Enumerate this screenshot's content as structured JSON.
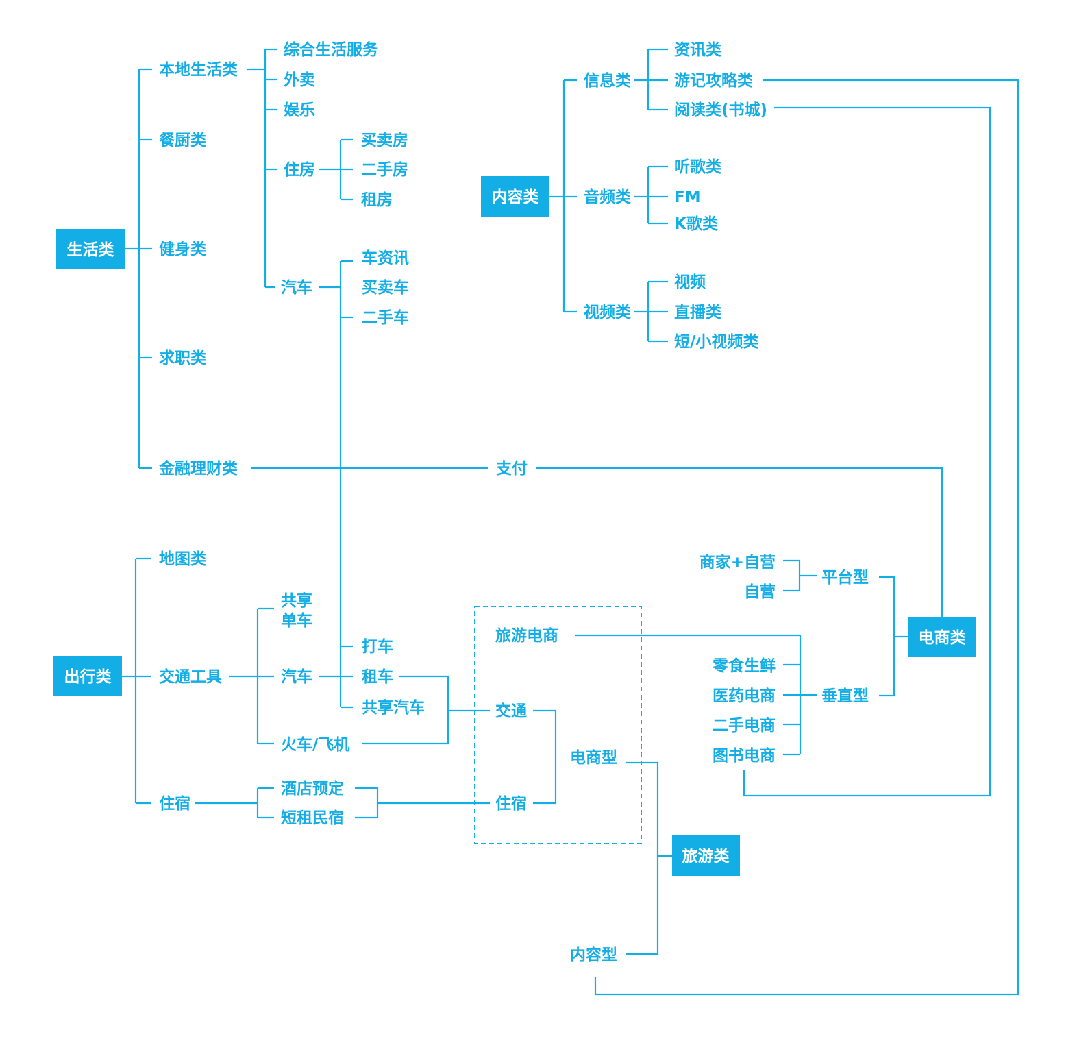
{
  "colors": {
    "accent": "#14aee6",
    "background": "#ffffff",
    "box_text": "#ffffff"
  },
  "categories": {
    "life": "生活类",
    "content": "内容类",
    "travel_out": "出行类",
    "ecommerce": "电商类",
    "tourism": "旅游类"
  },
  "life": {
    "local": "本地生活类",
    "local_items": [
      "综合生活服务",
      "外卖",
      "娱乐"
    ],
    "housing": "住房",
    "housing_items": [
      "买卖房",
      "二手房",
      "租房"
    ],
    "car": "汽车",
    "car_items": [
      "车资讯",
      "买卖车",
      "二手车"
    ],
    "kitchen": "餐厨类",
    "fitness": "健身类",
    "job": "求职类",
    "finance": "金融理财类",
    "payment": "支付"
  },
  "content": {
    "info": "信息类",
    "info_items": [
      "资讯类",
      "游记攻略类",
      "阅读类(书城)"
    ],
    "audio": "音频类",
    "audio_items": [
      "听歌类",
      "FM",
      "K歌类"
    ],
    "video": "视频类",
    "video_items": [
      "视频",
      "直播类",
      "短/小视频类"
    ]
  },
  "travel_out": {
    "map": "地图类",
    "transport": "交通工具",
    "bike_line1": "共享",
    "bike_line2": "单车",
    "car": "汽车",
    "car_items": [
      "打车",
      "租车",
      "共享汽车"
    ],
    "train_plane": "火车/飞机",
    "lodging": "住宿",
    "lodging_items": [
      "酒店预定",
      "短租民宿"
    ]
  },
  "tourism": {
    "travel_ecom": "旅游电商",
    "traffic": "交通",
    "lodging": "住宿",
    "ecom_type": "电商型",
    "content_type": "内容型"
  },
  "ecommerce": {
    "platform": "平台型",
    "platform_items": [
      "商家+自营",
      "自营"
    ],
    "vertical": "垂直型",
    "vertical_items": [
      "零食生鲜",
      "医药电商",
      "二手电商",
      "图书电商"
    ]
  }
}
